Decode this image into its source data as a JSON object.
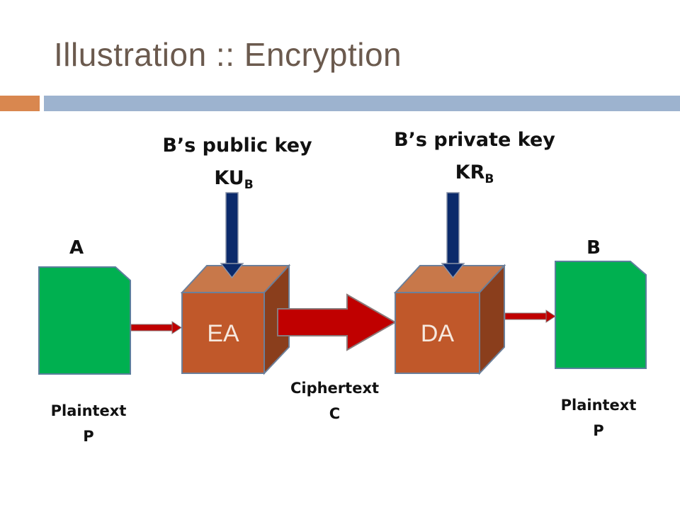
{
  "slide": {
    "title": "Illustration :: Encryption"
  },
  "keys": {
    "public": {
      "name": "B’s public key",
      "code_main": "KU",
      "code_sub": "B"
    },
    "private": {
      "name": "B’s private key",
      "code_main": "KR",
      "code_sub": "B"
    }
  },
  "parties": {
    "sender": "A",
    "receiver": "B"
  },
  "boxes": {
    "encrypt": "EA",
    "decrypt": "DA"
  },
  "captions": {
    "plaintext_left": {
      "line1": "Plaintext",
      "line2": "P"
    },
    "ciphertext": {
      "line1": "Ciphertext",
      "line2": "C"
    },
    "plaintext_right": {
      "line1": "Plaintext",
      "line2": "P"
    }
  },
  "colors": {
    "document": "#00b050",
    "box_front": "#c0582a",
    "box_top": "#c8784a",
    "box_side": "#8a3e1c",
    "key_arrow": "#0b2a6b",
    "data_arrow": "#c00000",
    "title": "#6b5a4e",
    "accent_orange": "#d9874f",
    "accent_blue": "#9db3cf"
  }
}
